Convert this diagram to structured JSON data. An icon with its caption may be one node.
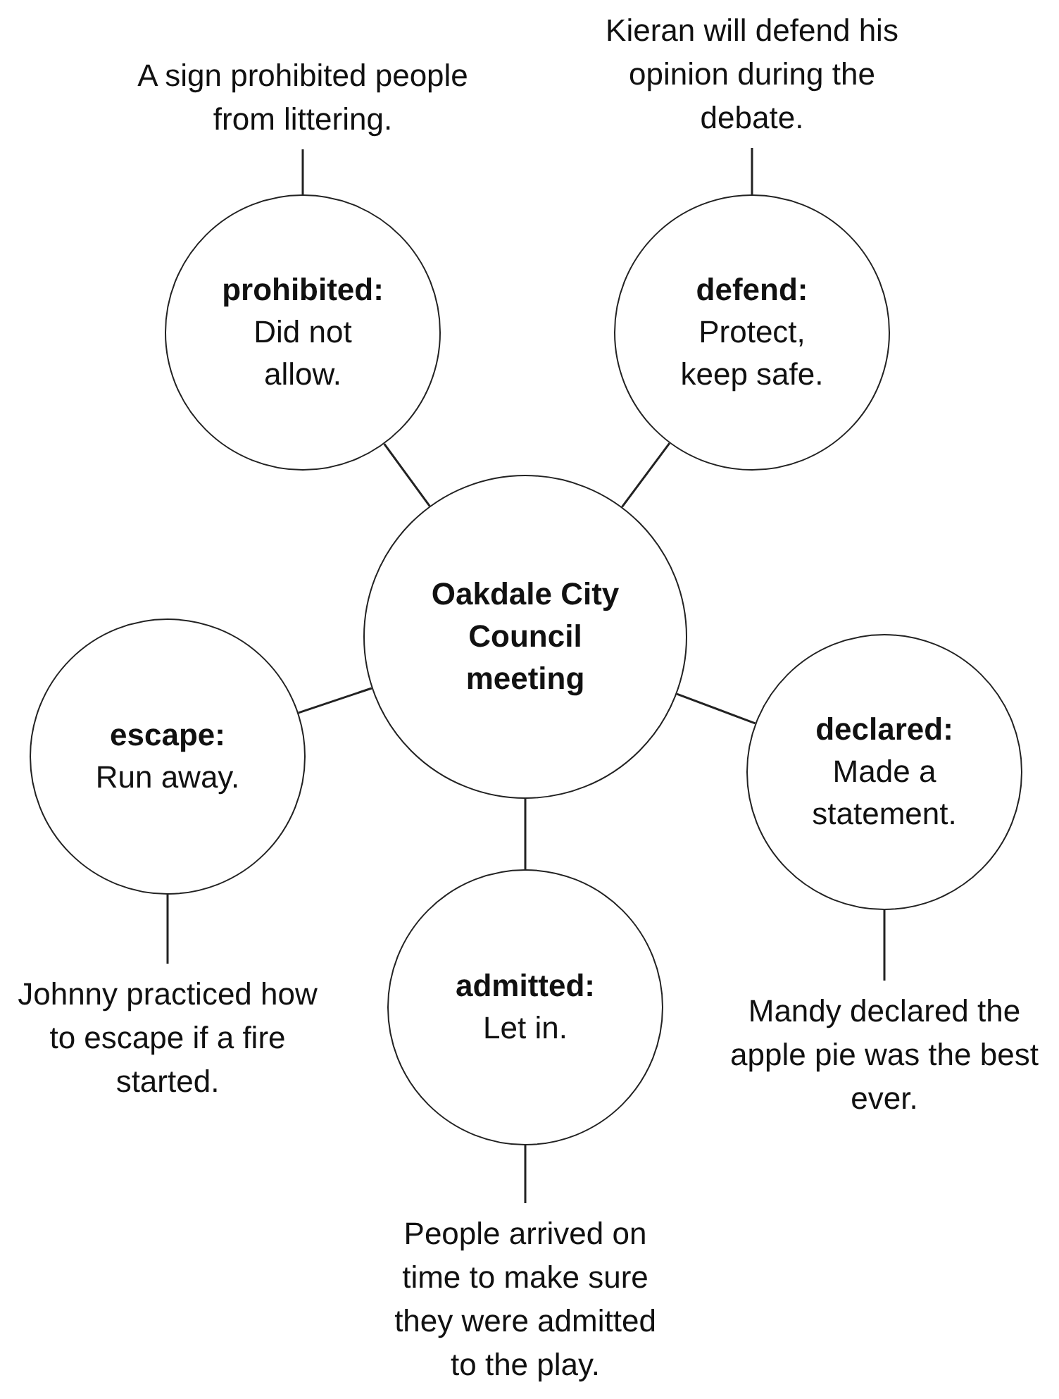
{
  "diagram": {
    "nodes": [
      {
        "text": [
          "A sign prohibited people from littering."
        ]
      },
      {
        "text": [
          "Kieran will defend his opinion during the debate."
        ]
      },
      {
        "text": [
          "prohibited:",
          "Did not allow."
        ]
      },
      {
        "text": [
          "defend:",
          "Protect, keep safe."
        ]
      },
      {
        "text": [
          "Oakdale City Council meeting"
        ]
      },
      {
        "text": [
          "escape:",
          "Run away."
        ]
      },
      {
        "text": [
          "declared:",
          "Made a statement."
        ]
      },
      {
        "text": [
          "admitted:",
          "Let in."
        ]
      },
      {
        "text": [
          "Johnny practiced how to escape if a fire started."
        ]
      },
      {
        "text": [
          "Mandy declared the apple pie was the best ever."
        ]
      },
      {
        "text": [
          "People arrived on time to make sure they were admitted to the play."
        ]
      }
    ],
    "edges": [
      {
        "from": 4,
        "to": 2,
        "arrow": "none"
      },
      {
        "from": 4,
        "to": 3,
        "arrow": "none"
      },
      {
        "from": 4,
        "to": 5,
        "arrow": "none"
      },
      {
        "from": 4,
        "to": 6,
        "arrow": "none"
      },
      {
        "from": 4,
        "to": 7,
        "arrow": "none"
      },
      {
        "from": 2,
        "to": 0,
        "arrow": "none"
      },
      {
        "from": 3,
        "to": 1,
        "arrow": "none"
      },
      {
        "from": 5,
        "to": 8,
        "arrow": "none"
      },
      {
        "from": 6,
        "to": 9,
        "arrow": "none"
      },
      {
        "from": 7,
        "to": 10,
        "arrow": "none"
      }
    ]
  }
}
